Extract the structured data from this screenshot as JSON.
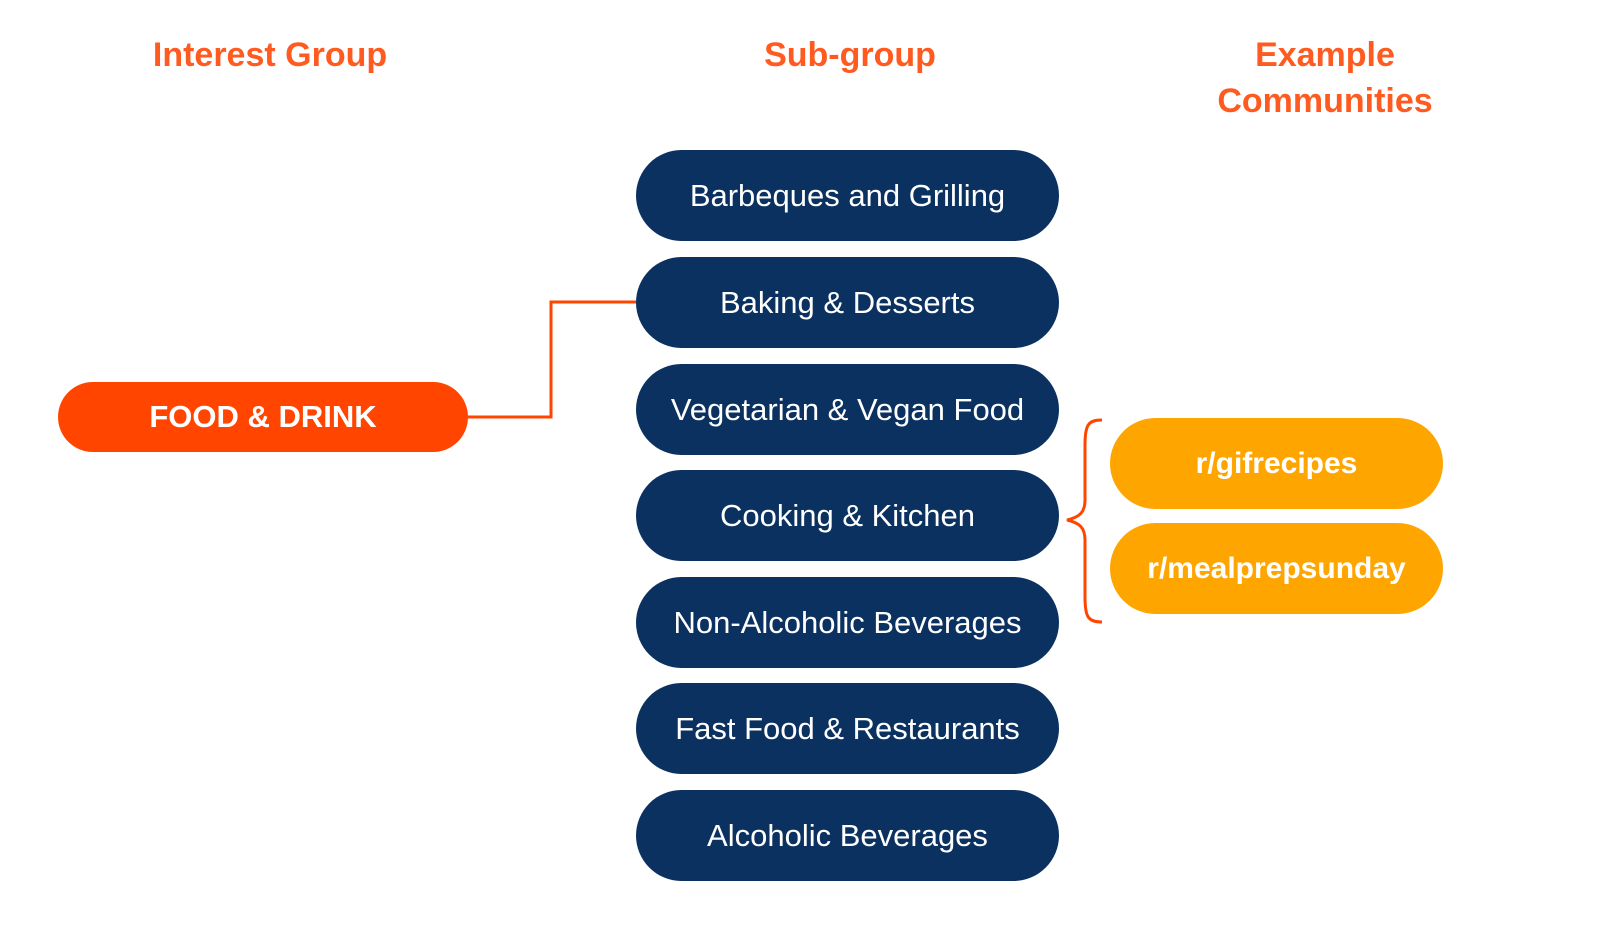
{
  "headers": {
    "interest_group": "Interest Group",
    "sub_group": "Sub-group",
    "example_communities": "Example Communities"
  },
  "interest_group": {
    "label": "FOOD & DRINK",
    "color": "#ff4500"
  },
  "sub_groups": [
    {
      "label": "Barbeques and Grilling"
    },
    {
      "label": "Baking & Desserts"
    },
    {
      "label": "Vegetarian & Vegan Food"
    },
    {
      "label": "Cooking & Kitchen"
    },
    {
      "label": "Non-Alcoholic Beverages"
    },
    {
      "label": "Fast Food & Restaurants"
    },
    {
      "label": "Alcoholic Beverages"
    }
  ],
  "example_communities": [
    {
      "label": "r/gifrecipes"
    },
    {
      "label": "r/mealprepsunday"
    }
  ],
  "colors": {
    "header": "#ff5a1f",
    "sub_group": "#0b3160",
    "example": "#ffa500",
    "connector": "#ff4500"
  }
}
